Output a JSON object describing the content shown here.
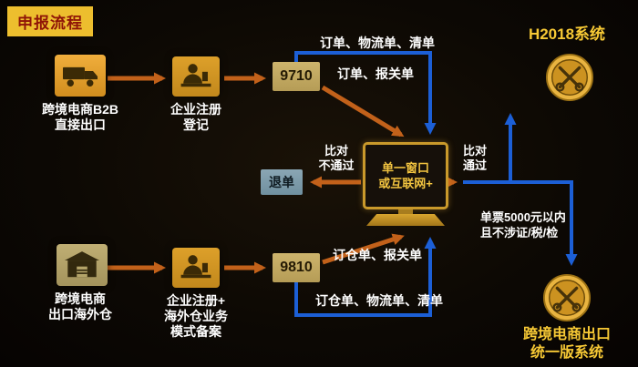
{
  "page": {
    "title": "申报流程"
  },
  "systems": {
    "h2018_label": "H2018系统",
    "unified_label1": "跨境电商出口",
    "unified_label2": "统一版系统"
  },
  "top_flow": {
    "exporter_label1": "跨境电商B2B",
    "exporter_label2": "直接出口",
    "register_label1": "企业注册",
    "register_label2": "登记",
    "code": "9710",
    "list_label": "订单、物流单、清单",
    "declaration_label": "订单、报关单"
  },
  "bottom_flow": {
    "warehouse_label1": "跨境电商",
    "warehouse_label2": "出口海外仓",
    "register_label1": "企业注册+",
    "register_label2": "海外仓业务",
    "register_label3": "模式备案",
    "code": "9810",
    "declaration_label": "订仓单、报关单",
    "list_label": "订仓单、物流单、清单"
  },
  "center": {
    "window_label1": "单一窗口",
    "window_label2": "或互联网+",
    "reject_label": "退单",
    "compare_fail1": "比对",
    "compare_fail2": "不通过",
    "compare_pass1": "比对",
    "compare_pass2": "通过"
  },
  "note": {
    "line1": "单票5000元以内",
    "line2": "且不涉证/税/检"
  },
  "colors": {
    "arrow_orange": "#c2611a",
    "arrow_blue": "#1c5fd6",
    "gold": "#e9b440",
    "accent_yellow": "#f7c935"
  }
}
